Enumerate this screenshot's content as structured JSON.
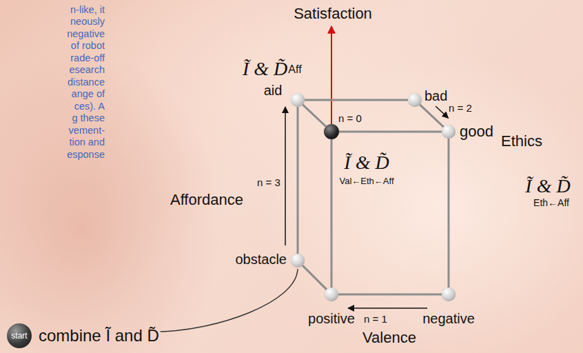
{
  "diagram": {
    "nodes": [
      {
        "text": [
          "aid"
        ]
      },
      {
        "text": [
          "bad"
        ]
      },
      {
        "text": [
          "n = 0"
        ]
      },
      {
        "text": [
          "good"
        ]
      },
      {
        "text": [
          "obstacle"
        ]
      },
      {
        "text": [
          "positive"
        ]
      },
      {
        "text": [
          "negative"
        ]
      },
      {
        "text": [
          "start",
          "combine Ĩ and D̃"
        ]
      }
    ],
    "edges": [
      {
        "from": 0,
        "to": 1,
        "arrow": "none"
      },
      {
        "from": 1,
        "to": 3,
        "arrow": "none"
      },
      {
        "from": 2,
        "to": 3,
        "arrow": "none"
      },
      {
        "from": 0,
        "to": 2,
        "arrow": "none"
      },
      {
        "from": 0,
        "to": 4,
        "arrow": "none"
      },
      {
        "from": 4,
        "to": 5,
        "arrow": "none"
      },
      {
        "from": 5,
        "to": 6,
        "arrow": "none"
      },
      {
        "from": 3,
        "to": 6,
        "arrow": "none"
      },
      {
        "from": 2,
        "to": 5,
        "arrow": "none"
      },
      {
        "from": 6,
        "to": 5,
        "label": "n = 1",
        "arrow": "to"
      },
      {
        "from": 1,
        "to": 3,
        "label": "n = 2",
        "arrow": "to"
      },
      {
        "from": 4,
        "to": 0,
        "label": "n = 3",
        "arrow": "to"
      },
      {
        "from": 7,
        "to": 4,
        "arrow": "none"
      }
    ],
    "labels": [
      "n-like, it",
      "neously",
      "negative",
      "of robot",
      "rade-off",
      "esearch",
      "distance",
      "ange of",
      "ces). A",
      "g these",
      "vement-",
      "tion and",
      "esponse",
      "Satisfaction",
      "Affordance",
      "Ethics",
      "Valence",
      "Ĩ & D̃",
      "Aff",
      "Ĩ & D̃",
      "Val←Eth←Aff",
      "Ĩ & D̃",
      "Eth←Aff"
    ]
  }
}
